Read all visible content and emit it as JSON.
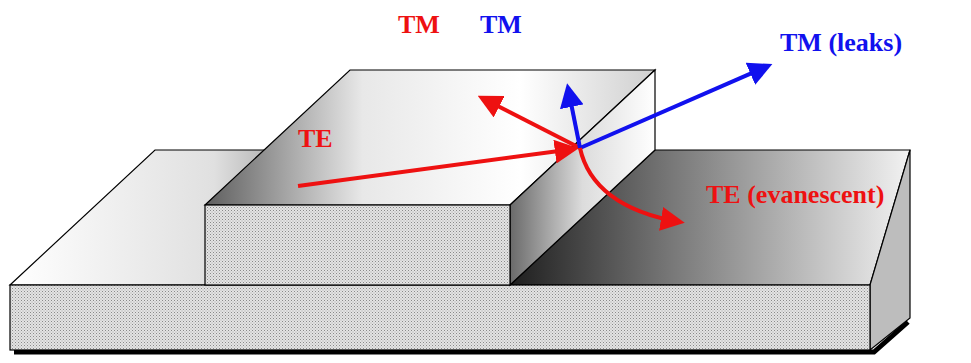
{
  "diagram": {
    "labels": [
      "TM",
      "TM",
      "TM (leaks)",
      "TE",
      "TE (evanescent)"
    ]
  }
}
